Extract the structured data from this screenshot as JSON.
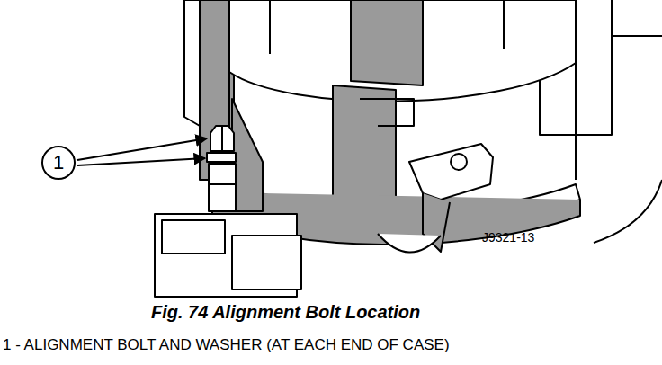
{
  "diagram": {
    "caption": "Fig. 74 Alignment Bolt Location",
    "nodes": [
      {
        "text": [
          "1"
        ]
      }
    ],
    "labels": [
      "J9321-13",
      "1 - ALIGNMENT BOLT AND WASHER (AT EACH END OF CASE)"
    ]
  }
}
